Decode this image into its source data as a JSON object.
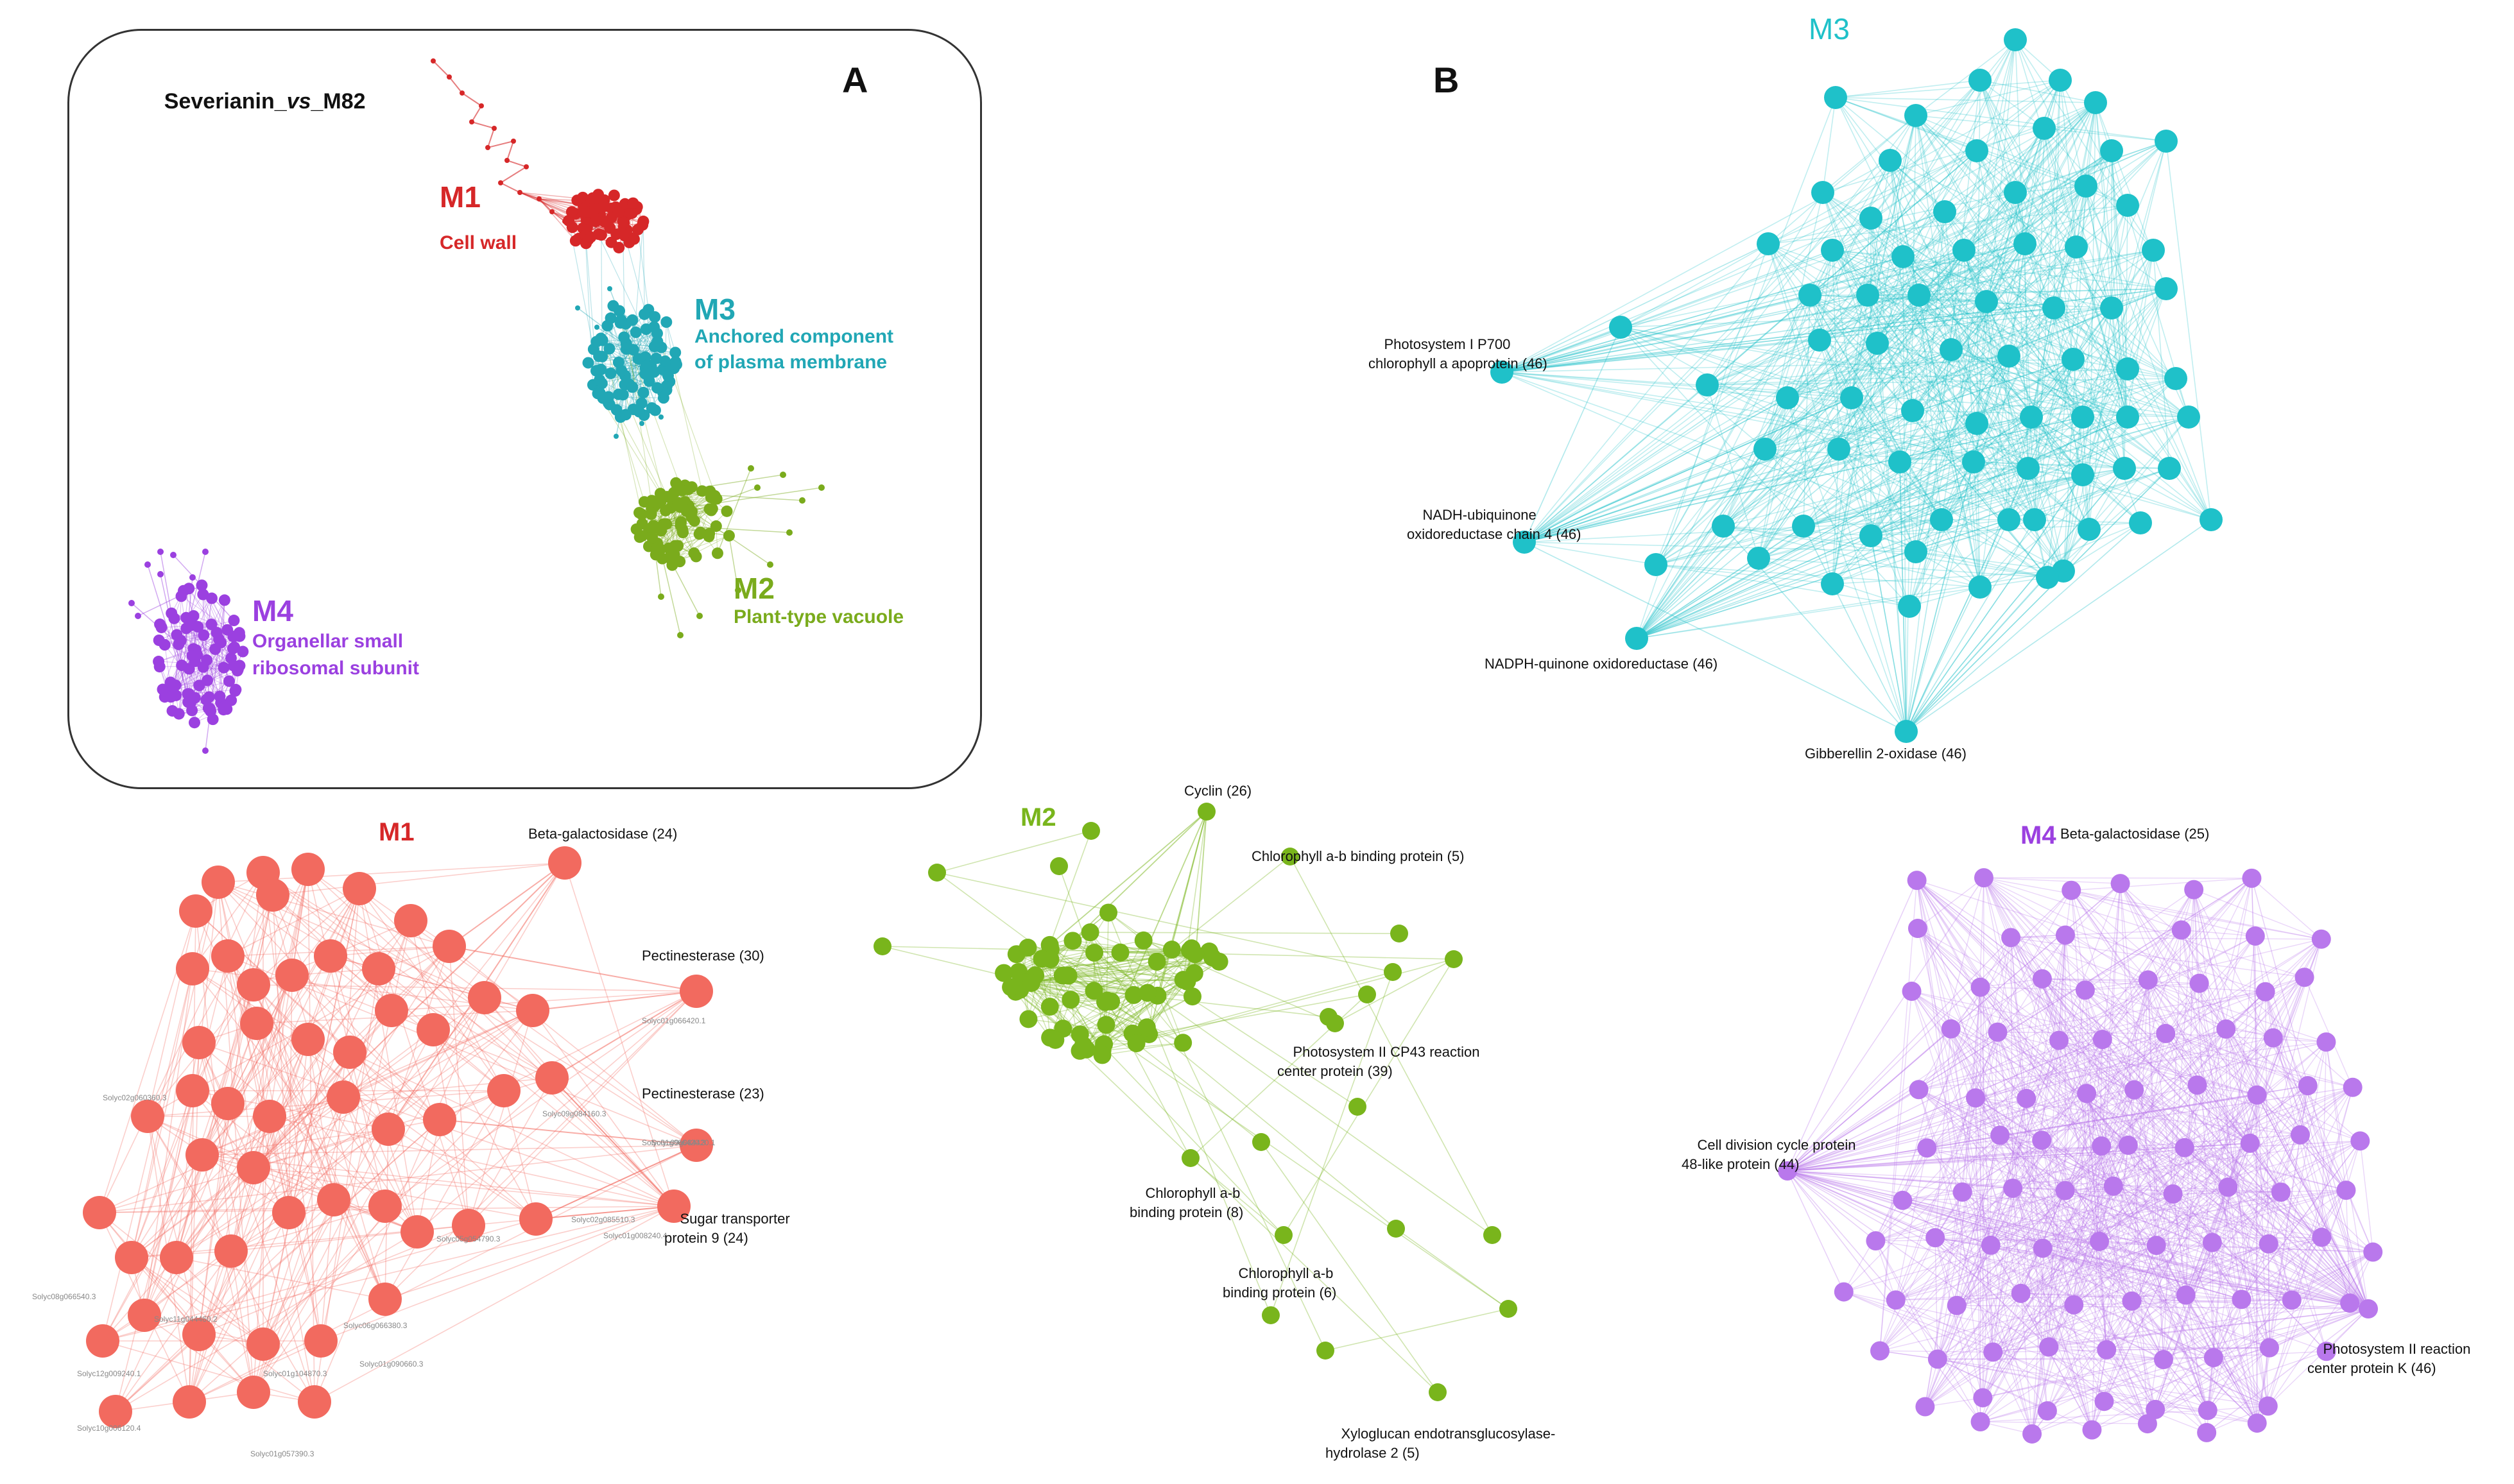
{
  "panel_a": {
    "title_prefix": "Severianin_",
    "title_vs": "vs",
    "title_suffix": "_M82",
    "letter": "A",
    "modules": [
      {
        "id": "M1",
        "label": "Cell wall",
        "color": "#d62728"
      },
      {
        "id": "M3",
        "label_line1": "Anchored component",
        "label_line2": "of plasma membrane",
        "color": "#21a7b5"
      },
      {
        "id": "M2",
        "label": "Plant-type vacuole",
        "color": "#7aab1c"
      },
      {
        "id": "M4",
        "label_line1": "Organellar small",
        "label_line2": "ribosomal subunit",
        "color": "#9b40e0"
      }
    ]
  },
  "panel_b": {
    "letter": "B",
    "m3": {
      "title": "M3",
      "color": "#1fc1c9",
      "annotations": [
        {
          "line1": "Photosystem I P700",
          "line2": "chlorophyll a apoprotein (46)"
        },
        {
          "line1": "NADH-ubiquinone",
          "line2": "oxidoreductase chain 4 (46)"
        },
        {
          "line1": "NADPH-quinone oxidoreductase (46)"
        },
        {
          "line1": "Gibberellin 2-oxidase (46)"
        }
      ]
    },
    "m1": {
      "title": "M1",
      "color": "#f26a5f",
      "annotations": [
        {
          "line1": "Beta-galactosidase (24)"
        },
        {
          "line1": "Pectinesterase (30)"
        },
        {
          "line1": "Pectinesterase (23)"
        },
        {
          "line1": "Sugar transporter",
          "line2": "protein 9 (24)"
        }
      ],
      "node_labels": [
        "Solyc01g066420.1",
        "Solyc11g044460.2",
        "Solyc12g009240.1",
        "Solyc10g006120.4",
        "Solyc01g090660.3",
        "Solyc01g104870.3",
        "Solyc08g066540.3",
        "Solyc06g066380.3",
        "Solyc01g057390.3",
        "Solyc01g008240.4",
        "Solyc09g084420.1",
        "Solyc01g066420.3",
        "Solyc02g060360.3",
        "Solyc09g084160.3",
        "Solyc02g085510.3",
        "Solyc05g054790.3"
      ]
    },
    "m2": {
      "title": "M2",
      "color": "#79b51c",
      "annotations": [
        {
          "line1": "Cyclin (26)"
        },
        {
          "line1": "Chlorophyll a-b binding protein (5)"
        },
        {
          "line1": "Photosystem II CP43 reaction",
          "line2": "center protein (39)"
        },
        {
          "line1": "Chlorophyll a-b",
          "line2": "binding protein (8)"
        },
        {
          "line1": "Chlorophyll a-b",
          "line2": "binding protein (6)"
        },
        {
          "line1": "Xyloglucan endotransglucosylase-",
          "line2": "hydrolase 2 (5)"
        }
      ]
    },
    "m4": {
      "title": "M4",
      "color": "#b978ec",
      "annotations": [
        {
          "line1": "Beta-galactosidase (25)"
        },
        {
          "line1": "Cell division cycle protein",
          "line2": "48-like protein (44)"
        },
        {
          "line1": "Photosystem II reaction",
          "line2": "center protein K (46)"
        }
      ]
    }
  }
}
